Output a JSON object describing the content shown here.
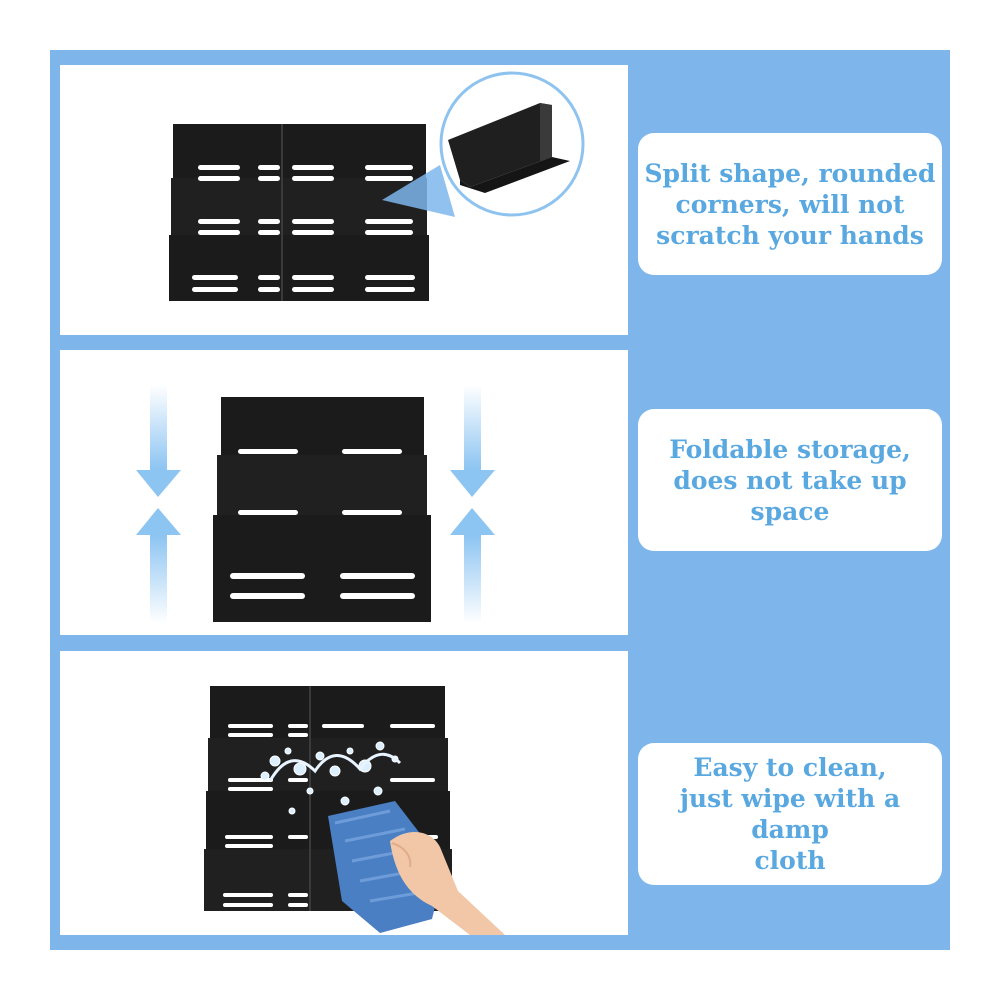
{
  "features": [
    {
      "id": "split-shape",
      "text": "Split shape, rounded\ncorners, will not\nscratch your hands"
    },
    {
      "id": "foldable",
      "text": "Foldable storage,\ndoes not take up space"
    },
    {
      "id": "easy-clean",
      "text": "Easy to clean,\njust wipe with a damp\ncloth"
    }
  ],
  "colors": {
    "frame_blue": "#7eb6ec",
    "text_blue": "#5aa8e0",
    "shelf_black": "#1b1b1b",
    "arrow_blue": "#8cc4f2",
    "cloth_blue": "#4a7fc4"
  },
  "icons": [
    "zoom-circle-icon",
    "arrow-down-icon",
    "arrow-up-icon",
    "cleaning-cloth-icon",
    "water-splash-icon"
  ]
}
